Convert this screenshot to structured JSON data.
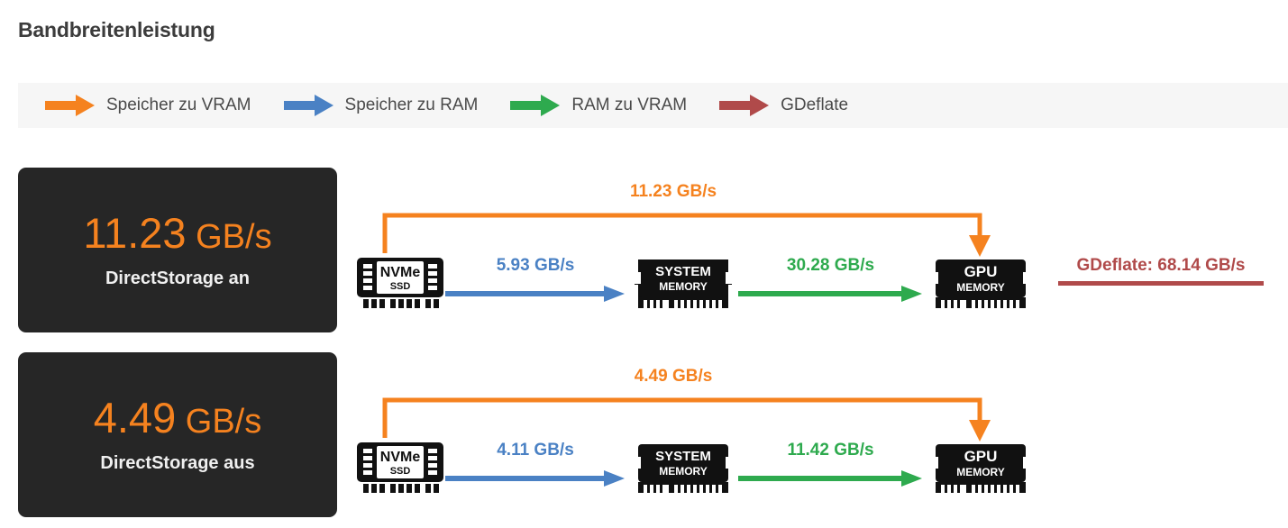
{
  "page": {
    "title": "Bandbreitenleistung",
    "background": "#ffffff"
  },
  "colors": {
    "orange": "#f5821f",
    "blue": "#4a81c4",
    "green": "#2eaa4e",
    "red": "#b04a4a",
    "card_background": "#262626",
    "legend_background": "#f6f6f6"
  },
  "legend": {
    "items": [
      {
        "label": "Speicher zu VRAM",
        "color": "#f5821f",
        "icon": "arrow-right-icon"
      },
      {
        "label": "Speicher zu RAM",
        "color": "#4a81c4",
        "icon": "arrow-right-icon"
      },
      {
        "label": "RAM zu VRAM",
        "color": "#2eaa4e",
        "icon": "arrow-right-icon"
      },
      {
        "label": "GDeflate",
        "color": "#b04a4a",
        "icon": "arrow-right-icon"
      }
    ]
  },
  "nodes": {
    "nvme_title": "NVMe",
    "nvme_sub": "SSD",
    "system_title": "SYSTEM",
    "system_sub": "MEMORY",
    "gpu_title": "GPU",
    "gpu_sub": "MEMORY"
  },
  "rows": [
    {
      "id": "directstorage-on",
      "summary_number": "11.23",
      "summary_unit": "GB/s",
      "summary_label": "DirectStorage an",
      "overall_label": "11.23 GB/s",
      "link_storage_to_ram": "5.93 GB/s",
      "link_ram_to_vram": "30.28 GB/s",
      "gdeflate_label": "GDeflate: 68.14 GB/s",
      "has_gdeflate": true
    },
    {
      "id": "directstorage-off",
      "summary_number": "4.49",
      "summary_unit": "GB/s",
      "summary_label": "DirectStorage aus",
      "overall_label": "4.49 GB/s",
      "link_storage_to_ram": "4.11 GB/s",
      "link_ram_to_vram": "11.42 GB/s",
      "gdeflate_label": "",
      "has_gdeflate": false
    }
  ],
  "chart_data": {
    "type": "diagram",
    "title": "Bandbreitenleistung",
    "unit": "GB/s",
    "scenarios": [
      {
        "name": "DirectStorage an",
        "effective_bandwidth": 11.23,
        "storage_to_system_memory": 5.93,
        "system_memory_to_gpu_memory": 30.28,
        "gdeflate": 68.14
      },
      {
        "name": "DirectStorage aus",
        "effective_bandwidth": 4.49,
        "storage_to_system_memory": 4.11,
        "system_memory_to_gpu_memory": 11.42,
        "gdeflate": null
      }
    ]
  }
}
